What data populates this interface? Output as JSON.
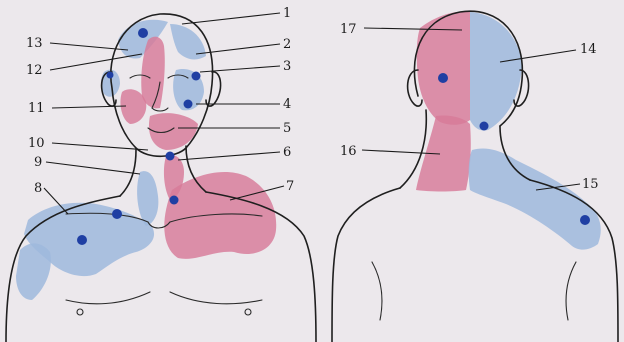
{
  "figure": {
    "labels": [
      "1",
      "2",
      "3",
      "4",
      "5",
      "6",
      "7",
      "8",
      "9",
      "10",
      "11",
      "12",
      "13",
      "14",
      "15",
      "16",
      "17"
    ]
  },
  "colors": {
    "background": "#ece8ec",
    "pink_zone": "#d77a98",
    "blue_zone": "#9fb8dd",
    "point": "#1f3fa3",
    "outline": "#1f1f1f"
  }
}
